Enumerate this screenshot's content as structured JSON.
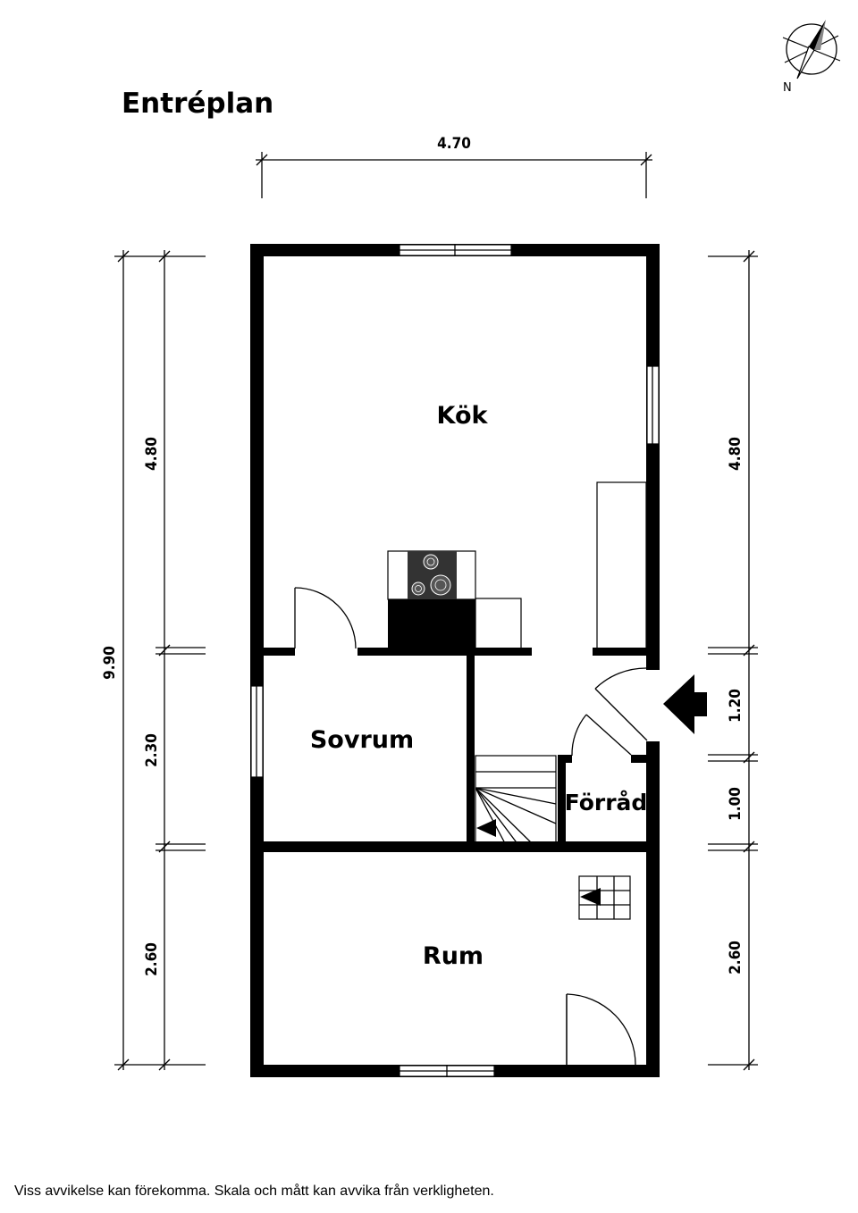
{
  "floor_title": "Entréplan",
  "rooms": {
    "kitchen": "Kök",
    "bedroom": "Sovrum",
    "storage": "Förråd",
    "room": "Rum"
  },
  "dimensions": {
    "top_width": "4.70",
    "total_height": "9.90",
    "left_kitchen": "4.80",
    "left_bedroom": "2.30",
    "left_room": "2.60",
    "right_kitchen": "4.80",
    "right_entry": "1.20",
    "right_storage": "1.00",
    "right_room": "2.60"
  },
  "compass": {
    "label": "N",
    "icon": "north-arrow-icon"
  },
  "entrance_icon": "entrance-arrow-icon",
  "disclaimer": "Viss avvikelse kan förekomma. Skala och mått kan avvika från verkligheten."
}
